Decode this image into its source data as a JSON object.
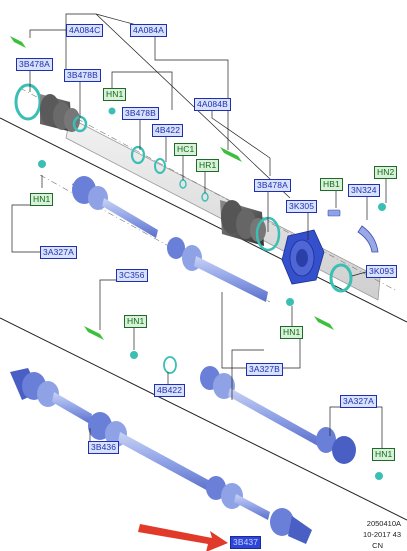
{
  "callouts": {
    "c_4a084c": "4A084C",
    "c_4a084a": "4A084A",
    "c_3b478a_top": "3B478A",
    "c_3b478b_top": "3B478B",
    "c_hn1_a": "HN1",
    "c_3b478b_mid": "3B478B",
    "c_4b422_top": "4B422",
    "c_4a084b": "4A084B",
    "c_hc1": "HC1",
    "c_hr1": "HR1",
    "c_3b478a_mid": "3B478A",
    "c_hb1": "HB1",
    "c_3n324": "3N324",
    "c_hn2": "HN2",
    "c_3k305": "3K305",
    "c_3k093": "3K093",
    "c_hn1_b": "HN1",
    "c_3a327a_left": "3A327A",
    "c_3c356": "3C356",
    "c_hn1_c": "HN1",
    "c_hn1_d": "HN1",
    "c_3a327b": "3A327B",
    "c_4b422_low": "4B422",
    "c_3a327a_right": "3A327A",
    "c_3b436": "3B436",
    "c_hn1_e": "HN1",
    "c_3b437": "3B437"
  },
  "caption": {
    "line1": "2050410A",
    "line2": "10-2017 43",
    "line3": "CN"
  },
  "colors": {
    "part_blue": "#7f93de",
    "part_dark": "#4a5fc4",
    "boot_gray": "#555555",
    "seal_teal": "#3bbfb4",
    "arrow_red": "#e23a2a",
    "tag_green": "#3cbf3c"
  }
}
